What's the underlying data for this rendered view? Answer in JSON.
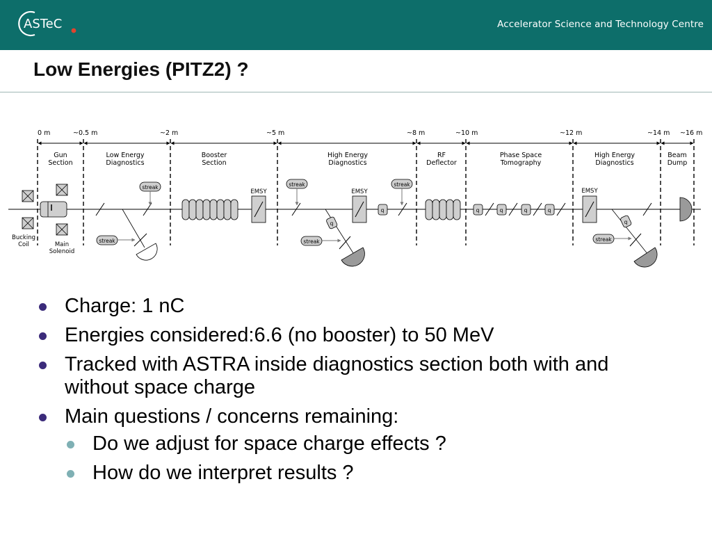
{
  "header": {
    "logo_text": "ASTeC",
    "org_name": "Accelerator Science and Technology Centre"
  },
  "slide": {
    "title": "Low Energies (PITZ2) ?"
  },
  "diagram": {
    "positions": [
      "0 m",
      "~0.5 m",
      "~2 m",
      "~5 m",
      "~8 m",
      "~10 m",
      "~12 m",
      "~14 m",
      "~16 m"
    ],
    "sections": [
      {
        "line1": "Gun",
        "line2": "Section"
      },
      {
        "line1": "Low Energy",
        "line2": "Diagnostics"
      },
      {
        "line1": "Booster",
        "line2": "Section"
      },
      {
        "line1": "High Energy",
        "line2": "Diagnostics"
      },
      {
        "line1": "RF",
        "line2": "Deflector"
      },
      {
        "line1": "Phase Space",
        "line2": "Tomography"
      },
      {
        "line1": "High Energy",
        "line2": "Diagnostics"
      },
      {
        "line1": "Beam",
        "line2": "Dump"
      }
    ],
    "labels": {
      "streak": "streak",
      "emsy": "EMSY",
      "quad": "q",
      "bucking_coil_1": "Bucking",
      "bucking_coil_2": "Coil",
      "main_solenoid_1": "Main",
      "main_solenoid_2": "Solenoid"
    }
  },
  "bullets": [
    {
      "text": "Charge: 1 nC",
      "level": 1
    },
    {
      "text": "Energies considered:6.6 (no booster) to 50 MeV",
      "level": 1
    },
    {
      "text": "Tracked with ASTRA inside diagnostics section both with and without space charge",
      "level": 1
    },
    {
      "text": "Main questions / concerns remaining:",
      "level": 1
    },
    {
      "text": "Do we adjust for space charge effects ?",
      "level": 2
    },
    {
      "text": "How do we interpret results ?",
      "level": 2
    }
  ]
}
